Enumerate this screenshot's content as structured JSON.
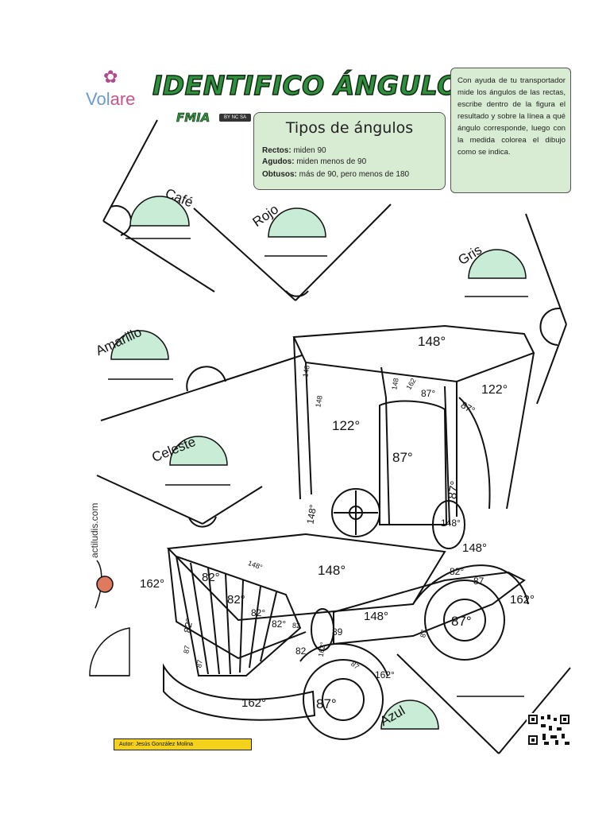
{
  "header": {
    "title": "IDENTIFICO ÁNGULOS_ DOS",
    "logo_text_a": "Vol",
    "logo_text_b": "are",
    "brand": "FMIA",
    "license_badge": "BY NC SA",
    "colors": {
      "title": "#2f8f3d",
      "panel_fill": "#d8ecd3",
      "protractor_fill": "#c9ecd6"
    }
  },
  "types_panel": {
    "title": "Tipos de ángulos",
    "rows": [
      {
        "term": "Rectos:",
        "text": "miden 90"
      },
      {
        "term": "Agudos:",
        "text": "miden menos de 90"
      },
      {
        "term": "Obtusos:",
        "text": "más de 90, pero menos de 180"
      }
    ]
  },
  "instructions": "Con ayuda de tu transportador mide los ángulos de las rectas, escribe dentro de la figura el resultado y sobre la línea a qué ángulo corresponde, luego con la medida colorea el dibujo como se indica.",
  "color_labels": {
    "cafe": "Café",
    "rojo": "Rojo",
    "gris": "Gris",
    "amarillo": "Amarillo",
    "celeste": "Celeste",
    "azul": "Azul"
  },
  "car_angles": {
    "roof": "148°",
    "roof_right": "122°",
    "left_pillar_top": "148",
    "left_pillar_mid": "148",
    "win_a": "148",
    "win_b": "162",
    "win_c": "87°",
    "win_right": "87°",
    "side_window": "122°",
    "seat": "87°",
    "seat_side": "87°",
    "wheel_left_side": "148°",
    "spare_tire": "148°",
    "fender_right": "148°",
    "hood_edge": "148°",
    "hood": "148°",
    "grille_1": "82°",
    "grille_2": "82°",
    "grille_3": "82°",
    "grille_4": "82°",
    "grille_5": "82",
    "grille_6": "82°",
    "grille_7": "87",
    "grille_8": "87",
    "grille_9": "82",
    "headlight": "162°",
    "headlight_side": "89",
    "front_left": "162°",
    "side": "148°",
    "fender_small": "82°",
    "rear_wheel_top": "87",
    "rear_wheel_center": "87°",
    "rear_wheel_right": "162°",
    "rear_step": "87",
    "front_wheel_top": "162°",
    "front_wheel_small": "87",
    "front_wheel_center": "87°",
    "bumper": "162°"
  },
  "website": "actiludis.com",
  "footer": "Autor: Jesús González Molina"
}
